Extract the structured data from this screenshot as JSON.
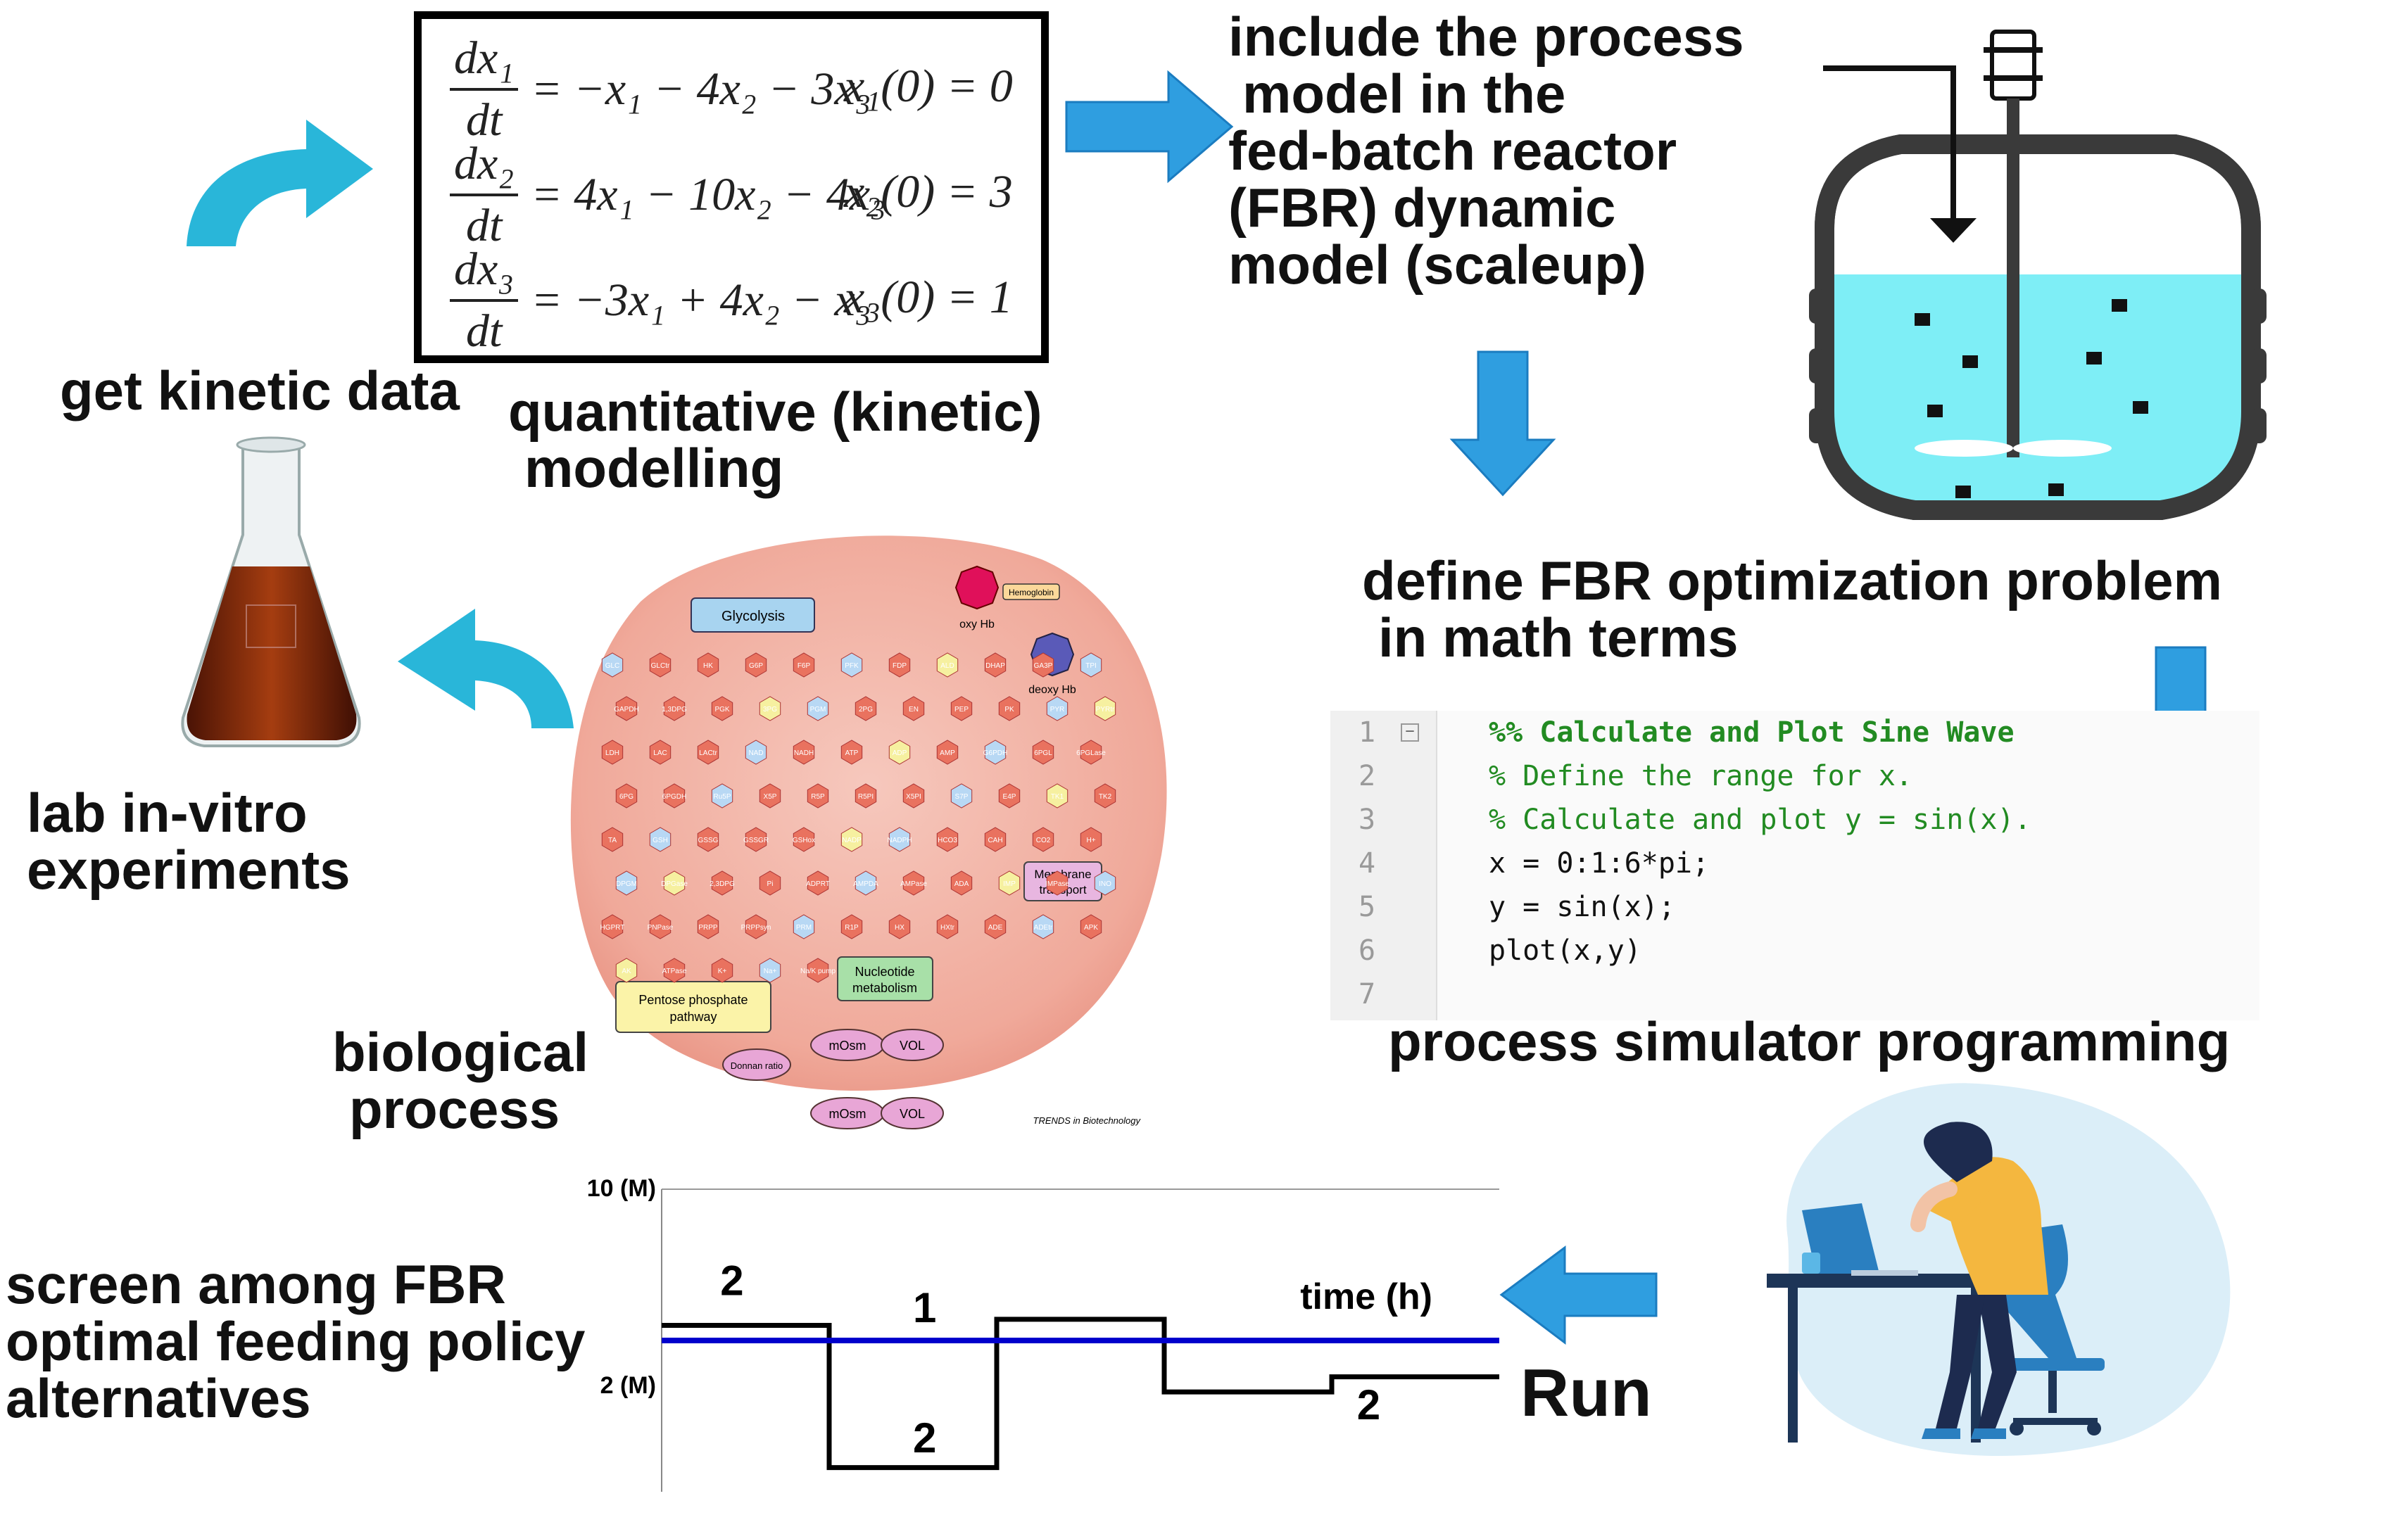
{
  "labels": {
    "get_kinetic_data": "get kinetic data",
    "quantitative_modelling_1": "quantitative (kinetic)",
    "quantitative_modelling_2": "modelling",
    "include_1": "include the process",
    "include_2": "model in the",
    "include_3": "fed-batch reactor",
    "include_4": "(FBR) dynamic",
    "include_5": "model (scaleup)",
    "define_1": "define FBR optimization problem",
    "define_2": "in math terms",
    "lab_1": "lab in-vitro",
    "lab_2": "experiments",
    "bio_1": "biological",
    "bio_2": "process",
    "simulator": "process simulator programming",
    "screen_1": "screen among FBR",
    "screen_2": "optimal feeding policy",
    "screen_3": "alternatives",
    "run": "Run"
  },
  "equations": [
    {
      "lhs_num": "dx₁",
      "lhs_den": "dt",
      "rhs": "= −x₁ − 4x₂ − 3x₃",
      "init": "x₁(0) = 0"
    },
    {
      "lhs_num": "dx₂",
      "lhs_den": "dt",
      "rhs": "= 4x₁ − 10x₂ − 4x₃",
      "init": "x₂(0) = 3"
    },
    {
      "lhs_num": "dx₃",
      "lhs_den": "dt",
      "rhs": "= −3x₁ + 4x₂ − x₃",
      "init": "x₃(0) = 1"
    }
  ],
  "code": {
    "line_numbers": [
      "1",
      "2",
      "3",
      "4",
      "5",
      "6",
      "7"
    ],
    "lines": [
      "%% Calculate and Plot Sine Wave",
      "% Define the range for x.",
      "% Calculate and plot y = sin(x).",
      "x = 0:1:6*pi;",
      "y = sin(x);",
      "plot(x,y)",
      ""
    ],
    "fold_marker": "−"
  },
  "network": {
    "glycolysis": "Glycolysis",
    "ppp_1": "Pentose phosphate",
    "ppp_2": "pathway",
    "nucleotide_1": "Nucleotide",
    "nucleotide_2": "metabolism",
    "membrane_1": "Membrane",
    "membrane_2": "transport",
    "oxy_hb": "oxy Hb",
    "deoxy_hb": "deoxy Hb",
    "hemoglobin": "Hemoglobin",
    "credit": "TRENDS in Biotechnology",
    "mosm": "mOsm",
    "vol": "VOL",
    "donnan": "Donnan ratio",
    "metabolites": [
      "GLC",
      "GLCtr",
      "HK",
      "G6P",
      "F6P",
      "PFK",
      "FDP",
      "ALD",
      "DHAP",
      "GA3P",
      "TPI",
      "GAPDH",
      "1,3DPG",
      "PGK",
      "3PG",
      "PGM",
      "2PG",
      "EN",
      "PEP",
      "PK",
      "PYR",
      "PYRtr",
      "LDH",
      "LAC",
      "LACtr",
      "NAD",
      "NADH",
      "ATP",
      "ADP",
      "AMP",
      "G6PDH",
      "6PGL",
      "6PGLase",
      "6PG",
      "6PGDH",
      "Ru5P",
      "X5P",
      "R5P",
      "R5PI",
      "X5PI",
      "S7P",
      "E4P",
      "TK1",
      "TK2",
      "TA",
      "GSH",
      "GSSG",
      "GSSGR",
      "GSHox",
      "NADP",
      "NADPH",
      "HCO3",
      "CAH",
      "CO2",
      "H+",
      "DPGM",
      "DPGase",
      "2,3DPG",
      "Pi",
      "ADPRT",
      "AMPDA",
      "AMPase",
      "ADA",
      "IMP",
      "IMPase",
      "INO",
      "HGPRT",
      "PNPase",
      "PRPP",
      "PRPPsyn",
      "PRM",
      "R1P",
      "HX",
      "HXtr",
      "ADE",
      "ADEtr",
      "APK",
      "AK",
      "ATPase",
      "K+",
      "Na+",
      "Na/K pump"
    ]
  },
  "chart_data": {
    "type": "line",
    "title": "",
    "xlabel": "time (h)",
    "ylabel": "",
    "y_tick_labels": [
      "10 (M)",
      "2 (M)"
    ],
    "series": [
      {
        "color": "#000000",
        "kind": "step",
        "segments": [
          {
            "x0": 0.0,
            "x1": 0.2,
            "y": 5.5
          },
          {
            "x0": 0.2,
            "x1": 0.4,
            "y": 0.8
          },
          {
            "x0": 0.4,
            "x1": 0.6,
            "y": 5.7
          },
          {
            "x0": 0.6,
            "x1": 0.8,
            "y": 3.3
          },
          {
            "x0": 0.8,
            "x1": 1.0,
            "y": 3.8
          }
        ]
      },
      {
        "color": "#0000cc",
        "kind": "constant",
        "y": 5.0
      }
    ],
    "annotations": [
      {
        "text": "2",
        "x": 0.07,
        "y": 6.5
      },
      {
        "text": "1",
        "x": 0.3,
        "y": 5.6
      },
      {
        "text": "2",
        "x": 0.3,
        "y": 1.3
      },
      {
        "text": "2",
        "x": 0.83,
        "y": 2.4
      }
    ],
    "ylim": [
      0,
      10
    ]
  },
  "colors": {
    "arrow_blue": "#2f9ee0",
    "curved_arrow_cyan": "#29b6d9",
    "reactor_liquid": "#7eeef6",
    "reactor_body": "#3a3a3a",
    "cell_background": "#f3b8ad",
    "code_comment": "#228b22",
    "feed_line": "#0000cc"
  },
  "icons": [
    "curved-arrow-icon",
    "right-arrow-icon",
    "down-arrow-icon",
    "left-arrow-icon",
    "erlenmeyer-flask-icon",
    "stirred-tank-reactor-icon",
    "tired-person-at-laptop-icon"
  ]
}
